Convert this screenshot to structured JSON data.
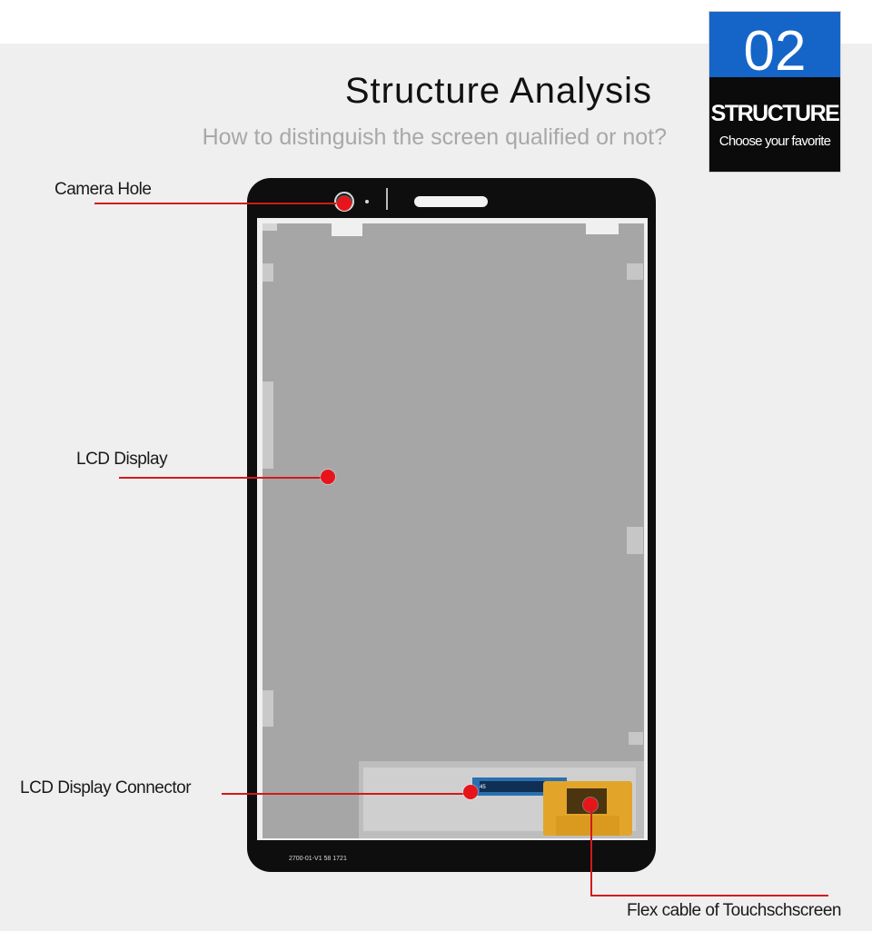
{
  "header": {
    "title": "Structure Analysis",
    "subtitle": "How to distinguish the screen qualified or not?"
  },
  "badge": {
    "number": "02",
    "word": "STRUCTURE",
    "tagline": "Choose your favorite",
    "top_color": "#1565c8",
    "bottom_color": "#0b0b0b"
  },
  "callouts": {
    "camera_hole": "Camera Hole",
    "lcd_display": "LCD Display",
    "lcd_connector": "LCD Display Connector",
    "flex_cable": "Flex cable of Touchschscreen"
  },
  "panel": {
    "print_code": "2700-01-V1  58  1721",
    "flex_marking": "45"
  },
  "colors": {
    "accent": "#e8141b",
    "lcd": "#a6a6a6",
    "bezel": "#0e0e0e"
  }
}
